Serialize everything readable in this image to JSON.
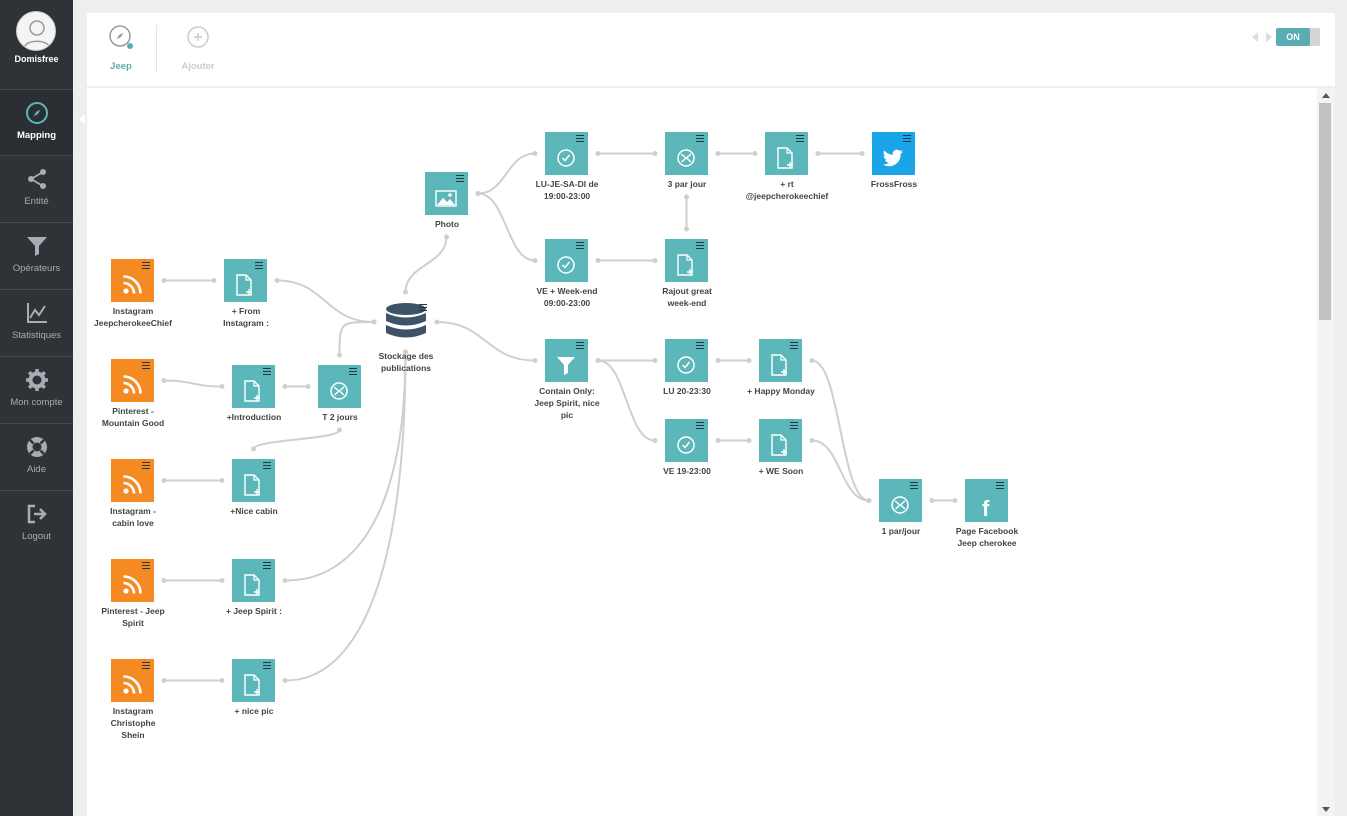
{
  "sidebar": {
    "username": "Domisfree",
    "items": [
      {
        "id": "mapping",
        "label": "Mapping",
        "icon": "compass-icon",
        "active": true
      },
      {
        "id": "entite",
        "label": "Entité",
        "icon": "share-icon",
        "active": false
      },
      {
        "id": "operateurs",
        "label": "Opérateurs",
        "icon": "funnel-icon",
        "active": false
      },
      {
        "id": "statistiques",
        "label": "Statistiques",
        "icon": "chart-icon",
        "active": false
      },
      {
        "id": "mon-compte",
        "label": "Mon compte",
        "icon": "gear-icon",
        "active": false
      },
      {
        "id": "aide",
        "label": "Aide",
        "icon": "lifebuoy-icon",
        "active": false
      },
      {
        "id": "logout",
        "label": "Logout",
        "icon": "logout-icon",
        "active": false
      }
    ]
  },
  "header": {
    "tabs": [
      {
        "label": "Jeep",
        "icon": "compass-icon",
        "active": true
      },
      {
        "label": "Ajouter",
        "icon": "plus-circle-icon",
        "active": false
      }
    ],
    "toggle_label": "ON"
  },
  "colors": {
    "teal": "#5bb7b9",
    "orange": "#f58a22",
    "twitter": "#1ba5e9",
    "facebook": "#3b5998",
    "accent": "#5aaeb3"
  },
  "nodes": [
    {
      "id": "src1",
      "label": "Instagram\nJeepcherokeeChief",
      "kind": "source",
      "glyph": "rss-icon",
      "color": "orange"
    },
    {
      "id": "src2",
      "label": "Pinterest -\nMountain Good",
      "kind": "source",
      "glyph": "rss-icon",
      "color": "orange"
    },
    {
      "id": "src3",
      "label": "Instagram -\ncabin love",
      "kind": "source",
      "glyph": "rss-icon",
      "color": "orange"
    },
    {
      "id": "src4",
      "label": "Pinterest - Jeep\nSpirit",
      "kind": "source",
      "glyph": "rss-icon",
      "color": "orange"
    },
    {
      "id": "src5",
      "label": "Instagram\nChristophe\nShein",
      "kind": "source",
      "glyph": "rss-icon",
      "color": "orange"
    },
    {
      "id": "op1",
      "label": "+ From\nInstagram :",
      "kind": "operator",
      "glyph": "doc-plus-icon",
      "color": "teal"
    },
    {
      "id": "op2",
      "label": "+Introduction",
      "kind": "operator",
      "glyph": "doc-plus-icon",
      "color": "teal"
    },
    {
      "id": "op3",
      "label": "T 2 jours",
      "kind": "operator",
      "glyph": "sync-icon",
      "color": "teal"
    },
    {
      "id": "op4",
      "label": "+Nice cabin",
      "kind": "operator",
      "glyph": "doc-plus-icon",
      "color": "teal"
    },
    {
      "id": "op5",
      "label": "+ Jeep Spirit :",
      "kind": "operator",
      "glyph": "doc-plus-icon",
      "color": "teal"
    },
    {
      "id": "op6",
      "label": "+ nice pic",
      "kind": "operator",
      "glyph": "doc-plus-icon",
      "color": "teal"
    },
    {
      "id": "db",
      "label": "Stockage des\npublications",
      "kind": "storage",
      "glyph": "database-icon",
      "color": ""
    },
    {
      "id": "photo",
      "label": "Photo",
      "kind": "operator",
      "glyph": "image-icon",
      "color": "teal"
    },
    {
      "id": "t1",
      "label": "LU-JE-SA-DI de\n19:00-23:00",
      "kind": "operator",
      "glyph": "clock-icon",
      "color": "teal"
    },
    {
      "id": "t2",
      "label": "VE + Week-end\n09:00-23:00",
      "kind": "operator",
      "glyph": "clock-icon",
      "color": "teal"
    },
    {
      "id": "r3",
      "label": "3 par jour",
      "kind": "operator",
      "glyph": "sync-icon",
      "color": "teal"
    },
    {
      "id": "rajout",
      "label": "Rajout great\nweek-end",
      "kind": "operator",
      "glyph": "doc-plus-icon",
      "color": "teal"
    },
    {
      "id": "rt",
      "label": "+ rt\n@jeepcherokeechief",
      "kind": "operator",
      "glyph": "doc-plus-icon",
      "color": "teal"
    },
    {
      "id": "tw",
      "label": "FrossFross",
      "kind": "output",
      "glyph": "twitter-icon",
      "color": "twitter"
    },
    {
      "id": "filt",
      "label": "Contain Only:\nJeep Spirit, nice\npic",
      "kind": "operator",
      "glyph": "funnel-icon",
      "color": "teal"
    },
    {
      "id": "lu",
      "label": "LU 20-23:30",
      "kind": "operator",
      "glyph": "clock-icon",
      "color": "teal"
    },
    {
      "id": "ve",
      "label": "VE 19-23:00",
      "kind": "operator",
      "glyph": "clock-icon",
      "color": "teal"
    },
    {
      "id": "hm",
      "label": "+ Happy Monday",
      "kind": "operator",
      "glyph": "doc-plus-icon",
      "color": "teal"
    },
    {
      "id": "we",
      "label": "+ WE Soon",
      "kind": "operator",
      "glyph": "doc-plus-icon",
      "color": "teal"
    },
    {
      "id": "pj",
      "label": "1 par/jour",
      "kind": "operator",
      "glyph": "sync-icon",
      "color": "teal"
    },
    {
      "id": "fb",
      "label": "Page Facebook\nJeep cherokee",
      "kind": "output",
      "glyph": "facebook-icon",
      "color": "fb"
    }
  ]
}
